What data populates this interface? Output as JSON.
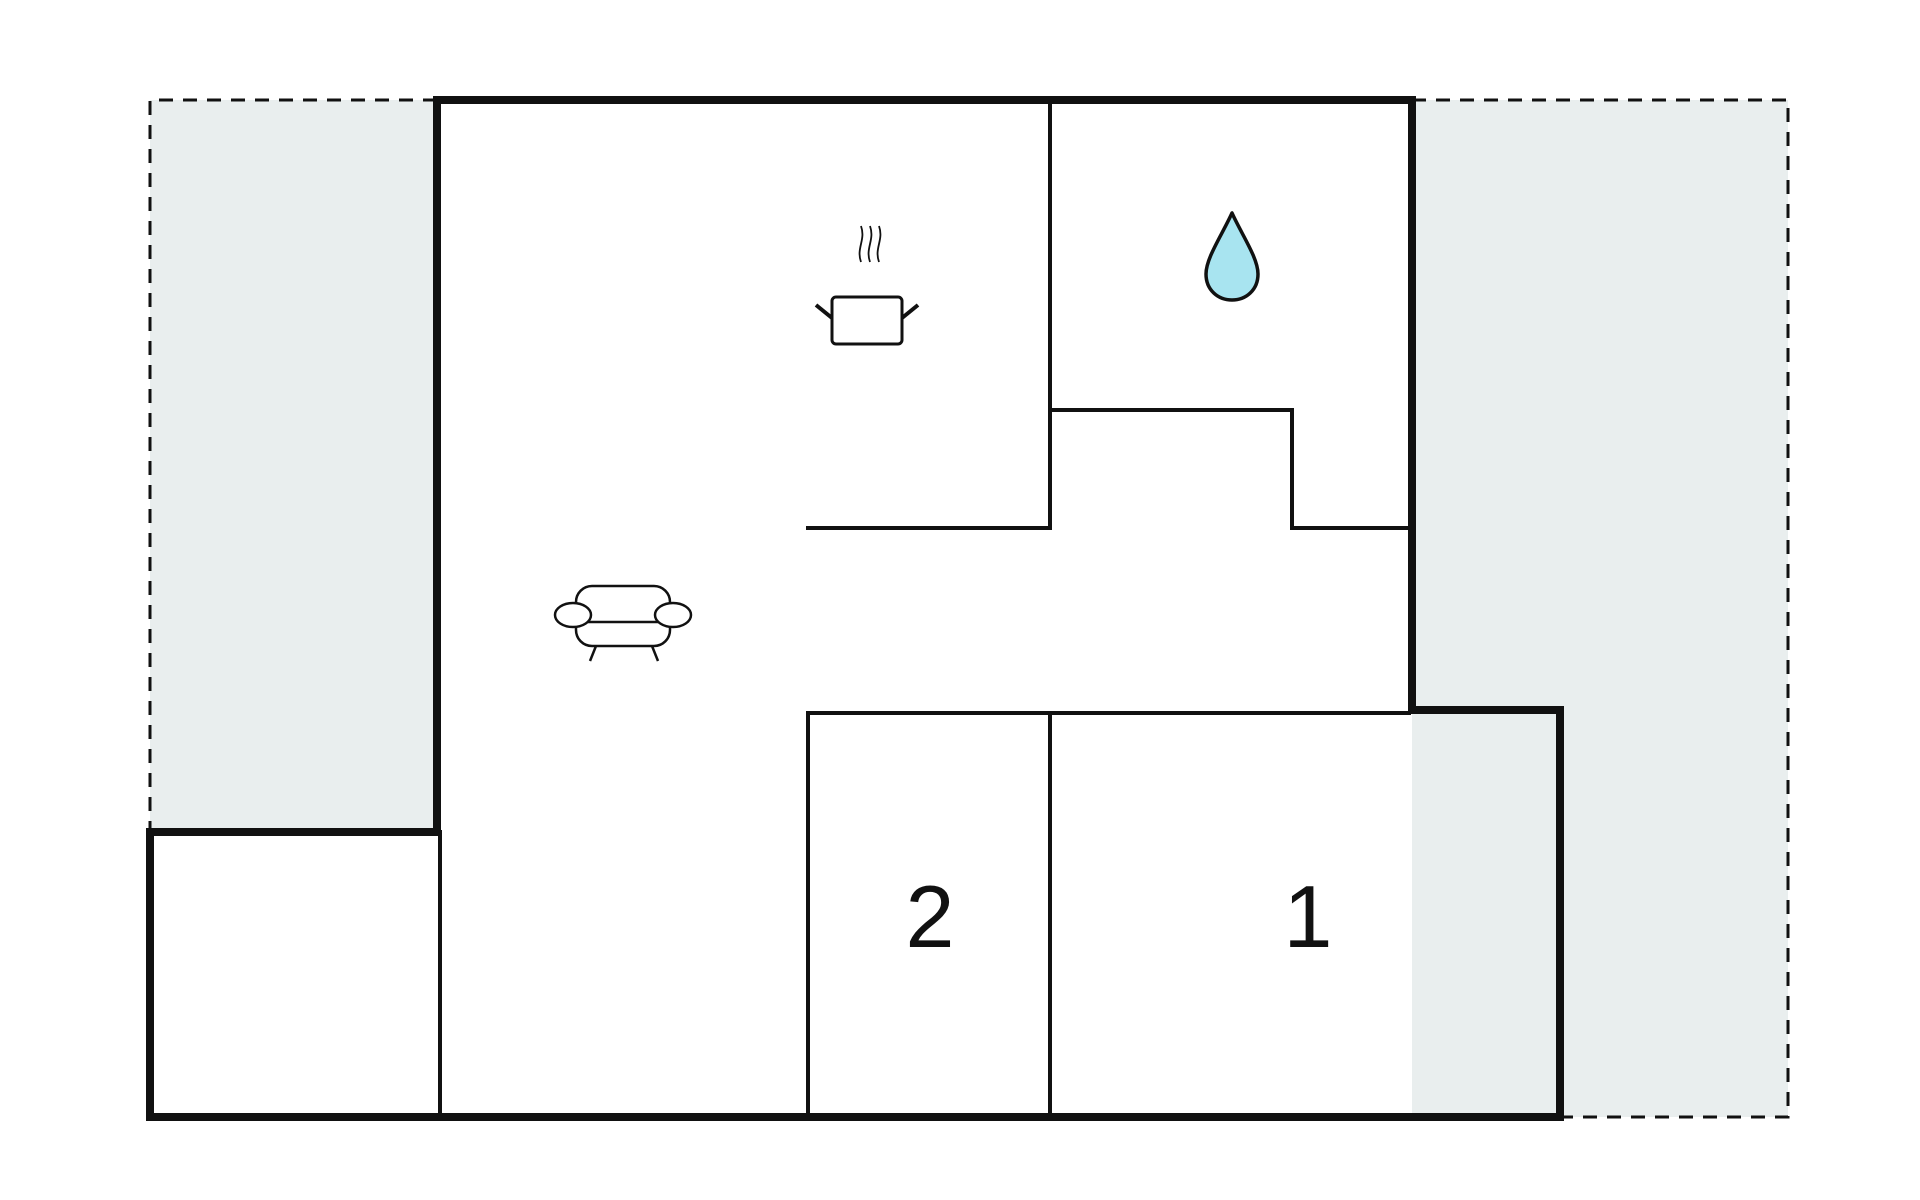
{
  "floorplan": {
    "rooms": [
      {
        "id": "bedroom-1",
        "label": "1"
      },
      {
        "id": "bedroom-2",
        "label": "2"
      }
    ],
    "icons": [
      {
        "name": "kitchen-pot-icon"
      },
      {
        "name": "bathroom-water-drop-icon"
      },
      {
        "name": "living-sofa-icon"
      }
    ],
    "colors": {
      "terrace_fill": "#e9eeee",
      "wall": "#111111",
      "water_drop": "#a8e4f0"
    }
  }
}
